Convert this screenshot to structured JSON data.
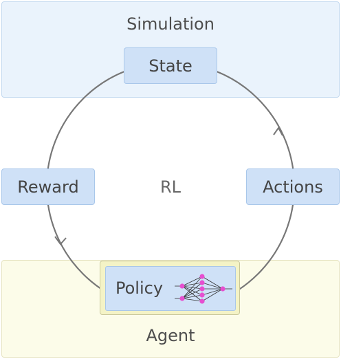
{
  "simulation": {
    "title": "Simulation"
  },
  "agent": {
    "title": "Agent"
  },
  "cycle": {
    "center_label": "RL",
    "nodes": {
      "state": "State",
      "actions": "Actions",
      "policy": "Policy",
      "reward": "Reward"
    }
  },
  "colors": {
    "simulation_bg": "#eaf3fc",
    "agent_bg": "#fcfce9",
    "node_fill": "#cfe1f7",
    "cycle_line": "#777777",
    "neuron": "#e64fd0"
  },
  "icons": {
    "policy": "neural-network-icon"
  }
}
